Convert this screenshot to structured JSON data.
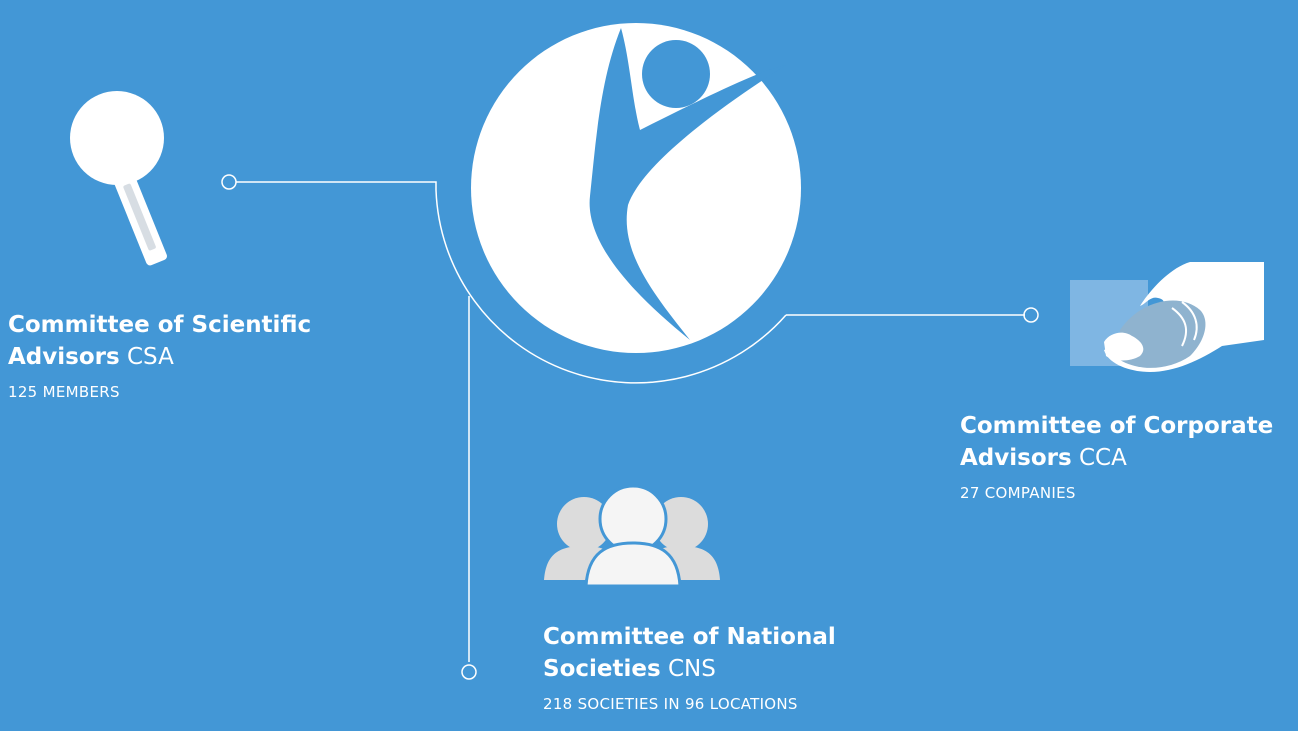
{
  "committees": {
    "csa": {
      "name_bold": "Committee of Scientific Advisors",
      "name_line1": "Committee of Scientific",
      "name_line2": "Advisors",
      "abbr": "CSA",
      "count": "125 MEMBERS",
      "icon": "magnifying-glass-icon"
    },
    "cca": {
      "name_line1": "Committee of Corporate",
      "name_line2": "Advisors",
      "abbr": "CCA",
      "count": "27 COMPANIES",
      "icon": "handshake-icon"
    },
    "cns": {
      "name_line1": "Committee of National",
      "name_line2": "Societies",
      "abbr": "CNS",
      "count": "218 SOCIETIES IN 96 LOCATIONS",
      "icon": "people-group-icon"
    }
  },
  "logo": {
    "icon": "human-figure-logo"
  },
  "colors": {
    "background": "#4397d6",
    "foreground": "#ffffff",
    "muted_icon": "#dcdcdc"
  }
}
